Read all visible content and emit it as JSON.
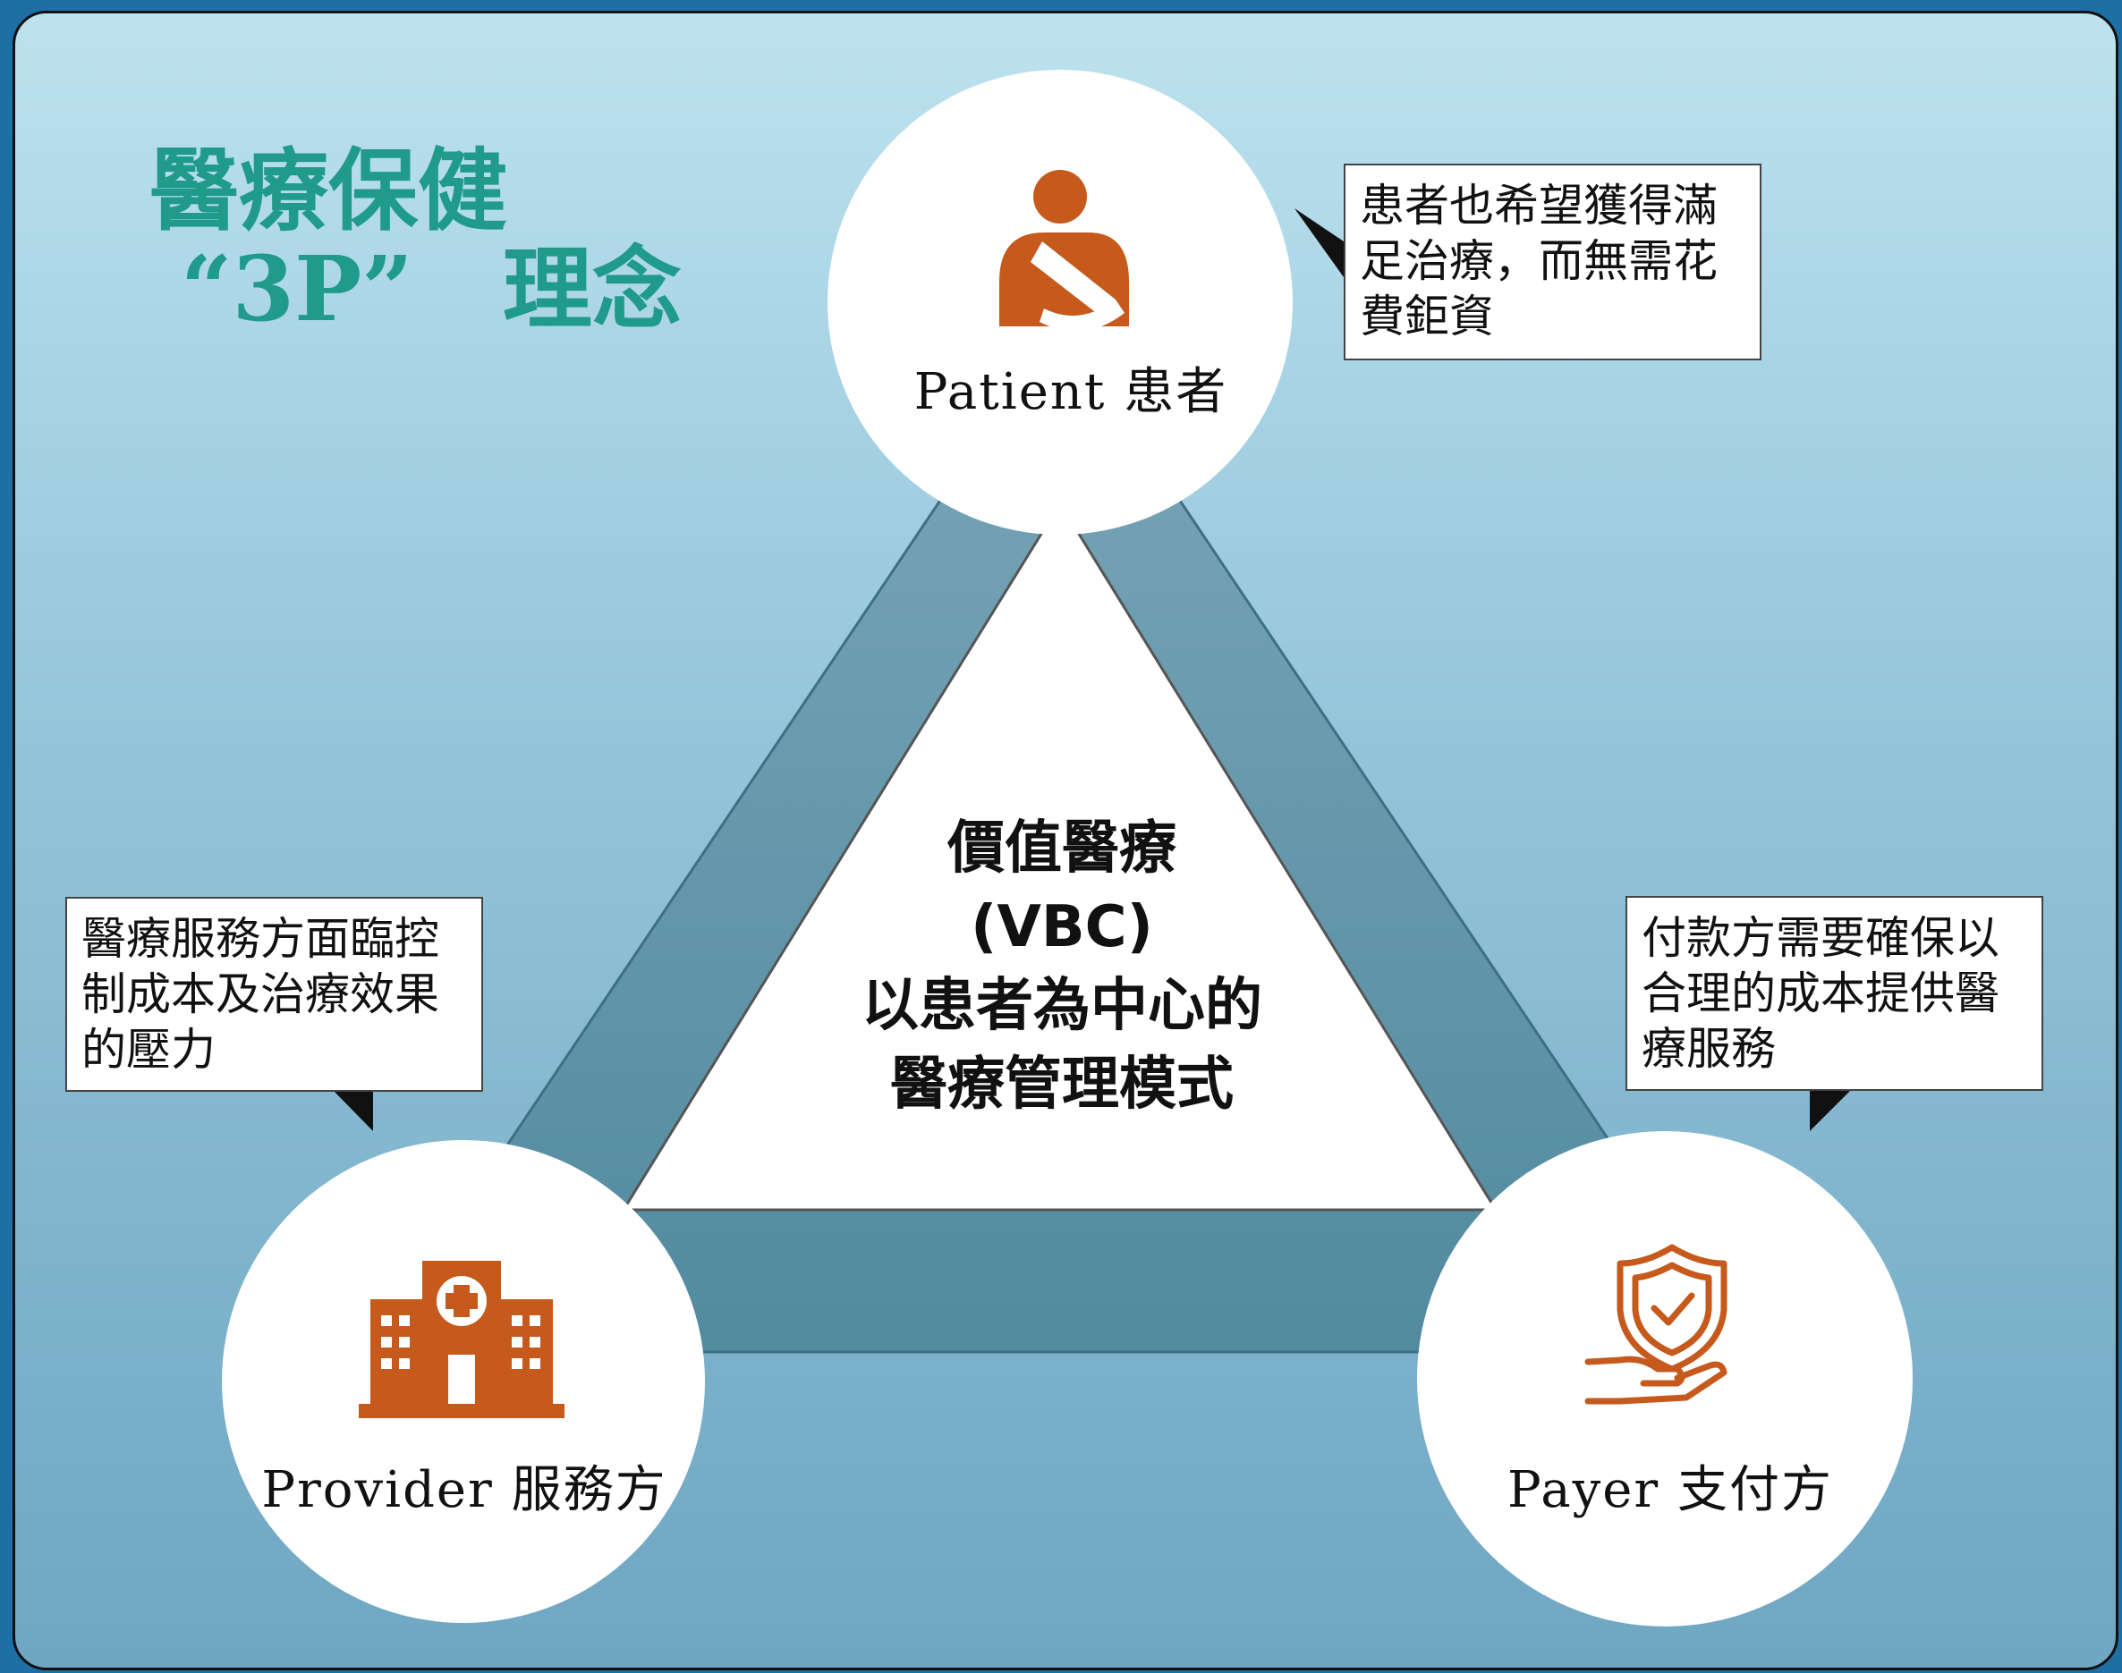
{
  "title": {
    "line1": "醫療保健",
    "line2": "“3P”　理念"
  },
  "center": {
    "line1": "價值醫療",
    "line2": "(VBC)",
    "line3": "以患者為中心的",
    "line4": "醫療管理模式"
  },
  "nodes": {
    "patient": {
      "label": "Patient 患者",
      "icon": "injured-person-arm-sling-icon"
    },
    "provider": {
      "label": "Provider 服務方",
      "icon": "hospital-building-icon"
    },
    "payer": {
      "label": "Payer 支付方",
      "icon": "hand-holding-shield-icon"
    }
  },
  "callouts": {
    "patient": [
      "患者也希望獲得滿",
      "足治療，而無需花",
      "費鉅資"
    ],
    "provider": [
      "醫療服務方面臨控",
      "制成本及治療效果",
      "的壓力"
    ],
    "payer": [
      "付款方需要確保以",
      "合理的成本提供醫",
      "療服務"
    ]
  },
  "colors": {
    "title": "#1f9a8b",
    "icon": "#c55a1c",
    "triangle_band": "#5f93a9",
    "background_top": "#bde2ef",
    "background_bottom": "#6fa6c2"
  }
}
